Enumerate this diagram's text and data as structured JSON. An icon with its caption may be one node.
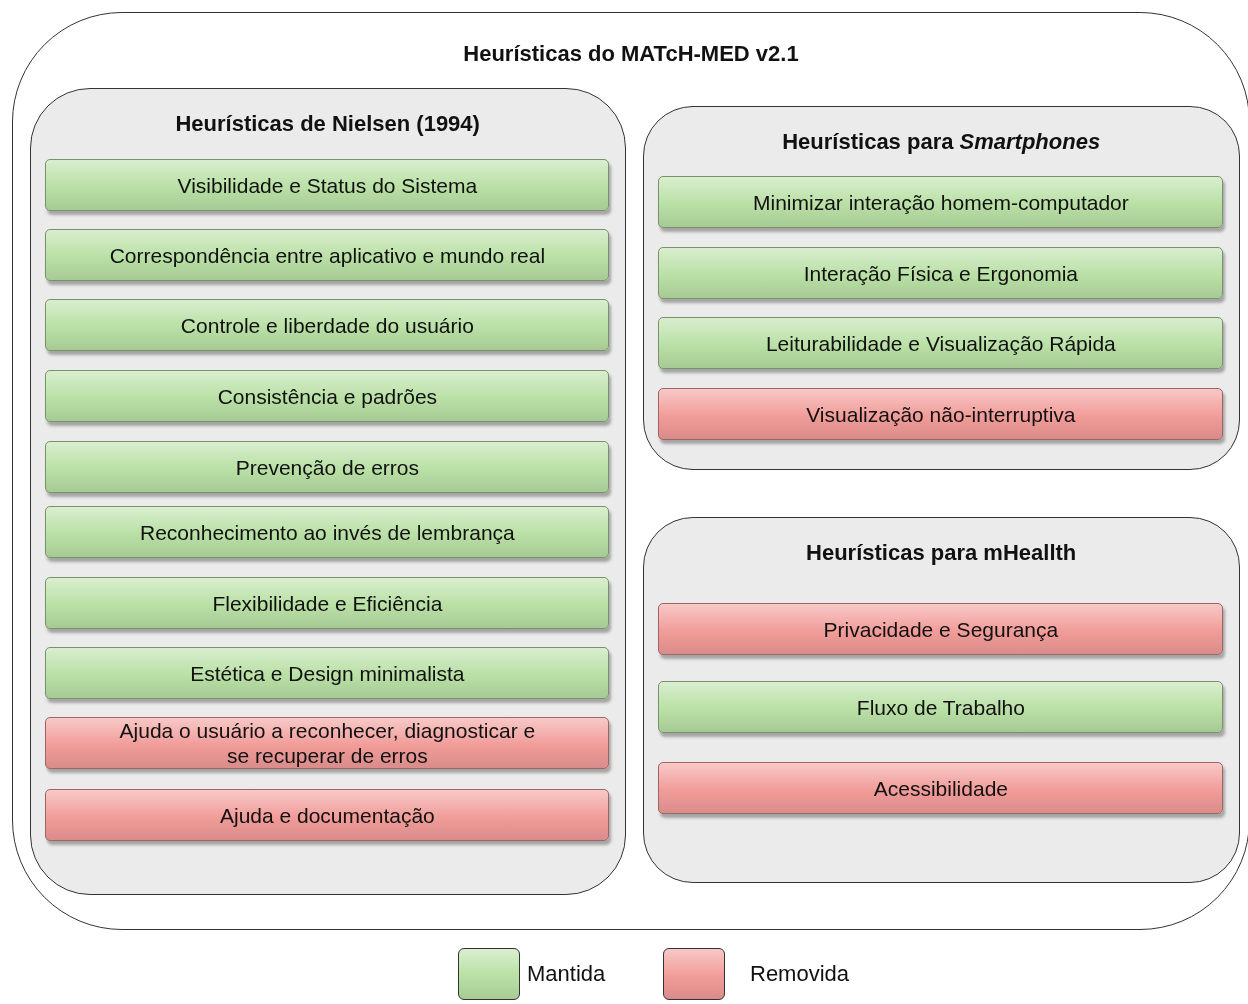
{
  "diagram": {
    "nodes": [
      {
        "text": [
          "Heurísticas do MATcH-MED v2.1"
        ]
      },
      {
        "text": [
          "Heurísticas de Nielsen (1994)"
        ],
        "in": 0
      },
      {
        "text": [
          "Visibilidade e Status do Sistema"
        ],
        "in": 1
      },
      {
        "text": [
          "Correspondência entre aplicativo e mundo real"
        ],
        "in": 1
      },
      {
        "text": [
          "Controle e liberdade do usuário"
        ],
        "in": 1
      },
      {
        "text": [
          "Consistência e padrões"
        ],
        "in": 1
      },
      {
        "text": [
          "Prevenção de erros"
        ],
        "in": 1
      },
      {
        "text": [
          "Reconhecimento ao invés de lembrança"
        ],
        "in": 1
      },
      {
        "text": [
          "Flexibilidade e Eficiência"
        ],
        "in": 1
      },
      {
        "text": [
          "Estética e Design minimalista"
        ],
        "in": 1
      },
      {
        "text": [
          "Ajuda o usuário a reconhecer, diagnosticar e se recuperar de erros"
        ],
        "in": 1
      },
      {
        "text": [
          "Ajuda e documentação"
        ],
        "in": 1
      },
      {
        "text": [
          "Heurísticas para *Smartphones*"
        ],
        "in": 0
      },
      {
        "text": [
          "Minimizar interação homem-computador"
        ],
        "in": 12
      },
      {
        "text": [
          "Interação Física e Ergonomia"
        ],
        "in": 12
      },
      {
        "text": [
          "Leiturabilidade e Visualização Rápida"
        ],
        "in": 12
      },
      {
        "text": [
          "Visualização não-interruptiva"
        ],
        "in": 12
      },
      {
        "text": [
          "Heurísticas para mHeallth"
        ],
        "in": 0
      },
      {
        "text": [
          "Privacidade e Segurança"
        ],
        "in": 17
      },
      {
        "text": [
          "Fluxo de Trabalho"
        ],
        "in": 17
      },
      {
        "text": [
          "Acessibilidade"
        ],
        "in": 17
      }
    ],
    "legend": [
      {
        "text": "Mantida",
        "color": "#b9e0a5"
      },
      {
        "text": "Removida",
        "color": "#f19c99"
      }
    ]
  }
}
